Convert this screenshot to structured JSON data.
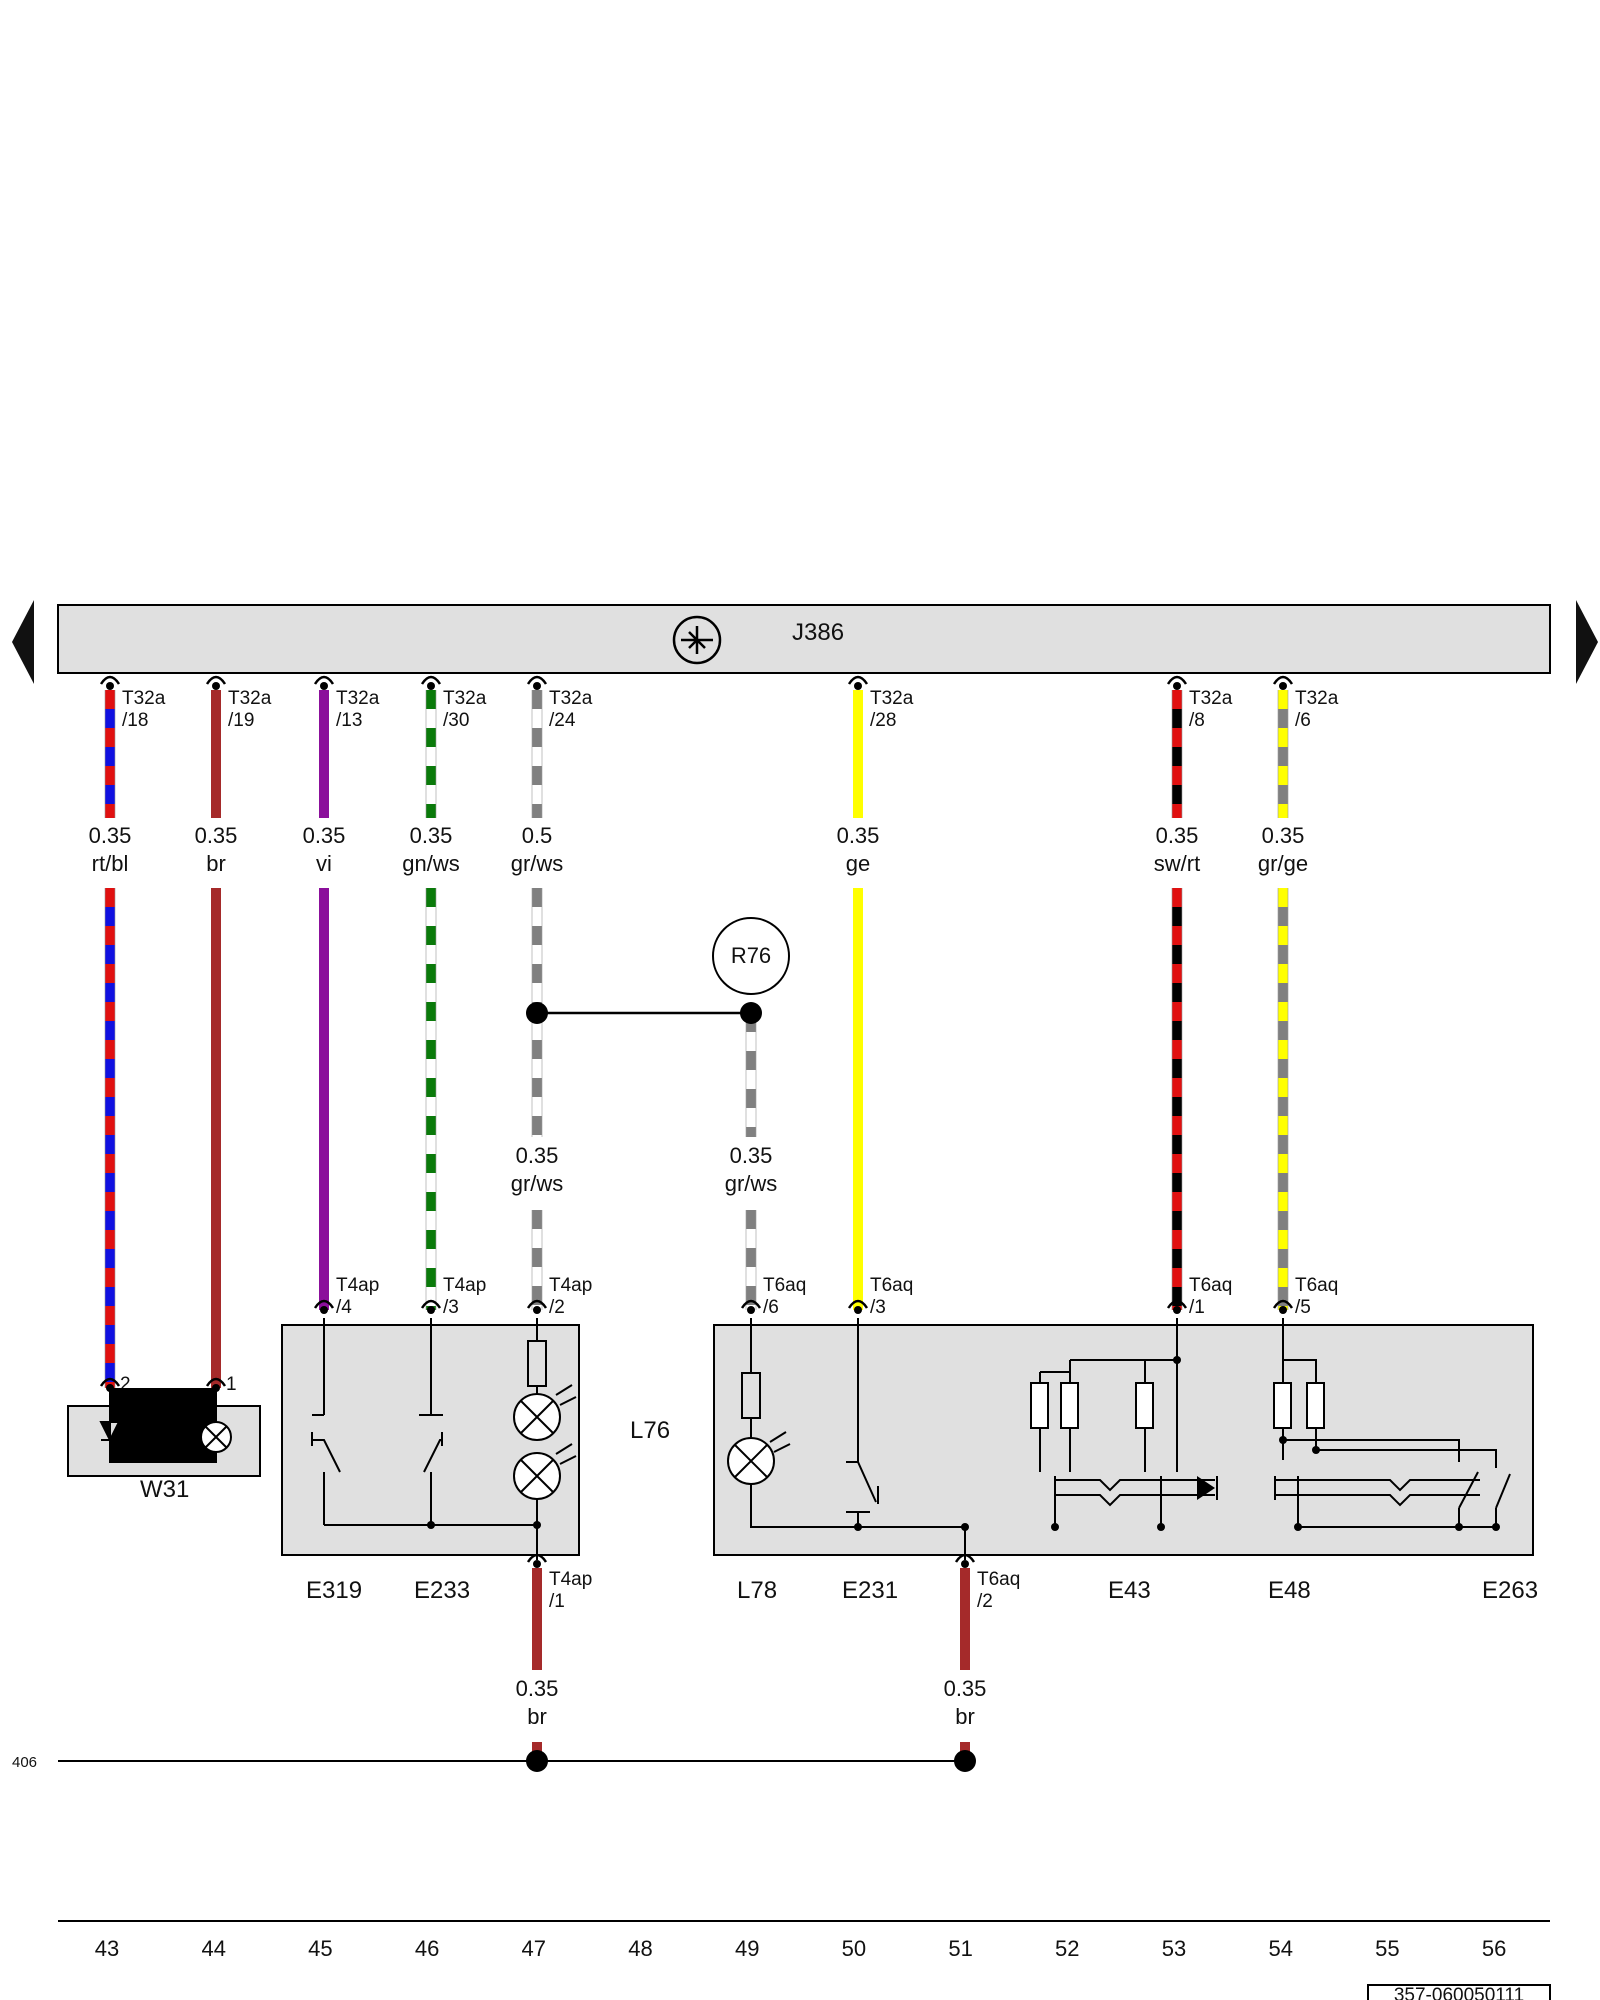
{
  "module": {
    "label": "J386"
  },
  "relay_label": "R76",
  "wires": [
    {
      "id": "w43",
      "top_conn": "T32a",
      "top_pin": "/18",
      "size": "0.35",
      "color": "rt/bl",
      "colors": [
        "#e01010",
        "#1010e0"
      ],
      "bottom_conn": "",
      "bottom_pin": "2"
    },
    {
      "id": "w44",
      "top_conn": "T32a",
      "top_pin": "/19",
      "size": "0.35",
      "color": "br",
      "colors": [
        "#a52a2a"
      ],
      "bottom_conn": "",
      "bottom_pin": "1"
    },
    {
      "id": "w45",
      "top_conn": "T32a",
      "top_pin": "/13",
      "size": "0.35",
      "color": "vi",
      "colors": [
        "#8b0f9b"
      ],
      "bottom_conn": "T4ap",
      "bottom_pin": "/4"
    },
    {
      "id": "w46",
      "top_conn": "T32a",
      "top_pin": "/30",
      "size": "0.35",
      "color": "gn/ws",
      "colors": [
        "#0a7a0a",
        "#ffffff"
      ],
      "bottom_conn": "T4ap",
      "bottom_pin": "/3"
    },
    {
      "id": "w47",
      "top_conn": "T32a",
      "top_pin": "/24",
      "size": "0.5",
      "color": "gr/ws",
      "colors": [
        "#808080",
        "#ffffff"
      ],
      "bottom_conn": "T4ap",
      "bottom_pin": "/2",
      "mid_size": "0.35",
      "mid_color": "gr/ws"
    },
    {
      "id": "w49",
      "size": "0.35",
      "color": "gr/ws",
      "colors": [
        "#808080",
        "#ffffff"
      ],
      "bottom_conn": "T6aq",
      "bottom_pin": "/6"
    },
    {
      "id": "w50",
      "top_conn": "T32a",
      "top_pin": "/28",
      "size": "0.35",
      "color": "ge",
      "colors": [
        "#ffff00"
      ],
      "bottom_conn": "T6aq",
      "bottom_pin": "/3"
    },
    {
      "id": "w53",
      "top_conn": "T32a",
      "top_pin": "/8",
      "size": "0.35",
      "color": "sw/rt",
      "colors": [
        "#e01010",
        "#000000"
      ],
      "bottom_conn": "T6aq",
      "bottom_pin": "/1"
    },
    {
      "id": "w54",
      "top_conn": "T32a",
      "top_pin": "/6",
      "size": "0.35",
      "color": "gr/ge",
      "colors": [
        "#ffff00",
        "#808080"
      ],
      "bottom_conn": "T6aq",
      "bottom_pin": "/5"
    }
  ],
  "ground_wires": [
    {
      "id": "g47",
      "conn": "T4ap",
      "pin": "/1",
      "size": "0.35",
      "color": "br"
    },
    {
      "id": "g51",
      "conn": "T6aq",
      "pin": "/2",
      "size": "0.35",
      "color": "br"
    }
  ],
  "ground_ref": "406",
  "components": {
    "w31": "W31",
    "e319": "E319",
    "e233": "E233",
    "l76": "L76",
    "l78": "L78",
    "e231": "E231",
    "e43": "E43",
    "e48": "E48",
    "e263": "E263"
  },
  "axis_numbers": [
    "43",
    "44",
    "45",
    "46",
    "47",
    "48",
    "49",
    "50",
    "51",
    "52",
    "53",
    "54",
    "55",
    "56"
  ],
  "doc_number": "357-060050111",
  "colors": {
    "box_fill": "#e0e0e0",
    "line": "#000000"
  }
}
